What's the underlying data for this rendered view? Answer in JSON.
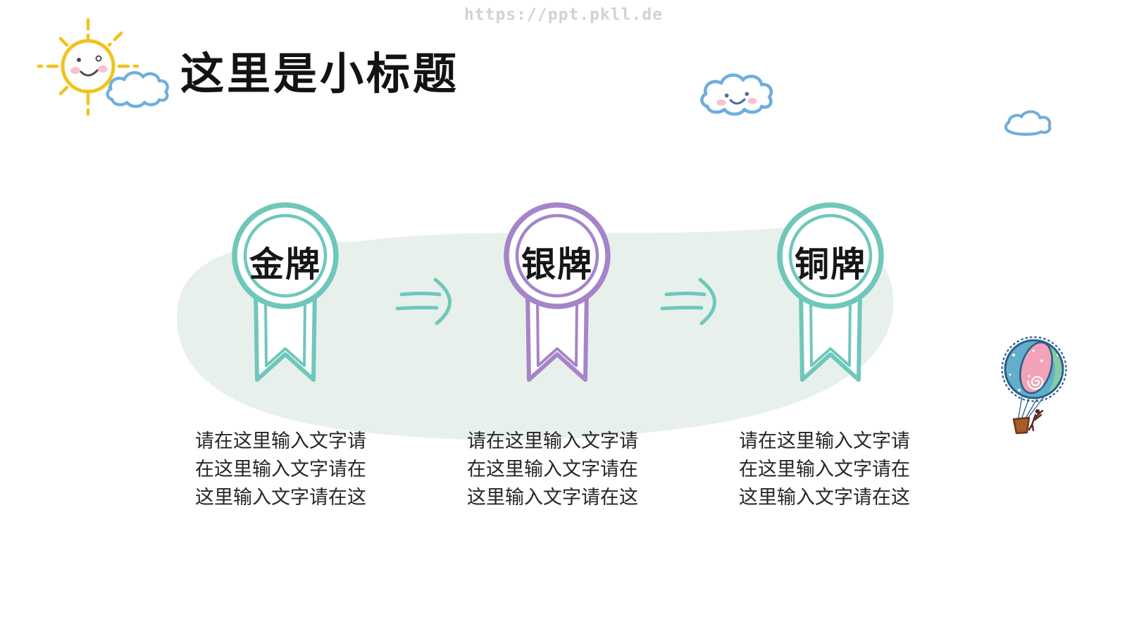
{
  "watermark": {
    "url_text": "https://ppt.pkll.de"
  },
  "header": {
    "title": "这里是小标题"
  },
  "medals": [
    {
      "label": "金牌",
      "color": "#6FC7BB",
      "description_lines": [
        "请在这里输入文字请",
        "在这里输入文字请在",
        "这里输入文字请在这"
      ]
    },
    {
      "label": "银牌",
      "color": "#A584C8",
      "description_lines": [
        "请在这里输入文字请",
        "在这里输入文字请在",
        "这里输入文字请在这"
      ]
    },
    {
      "label": "铜牌",
      "color": "#6FC7BB",
      "description_lines": [
        "请在这里输入文字请",
        "在这里输入文字请在",
        "这里输入文字请在这"
      ]
    }
  ],
  "decorations": {
    "icons": [
      "sun-with-face-icon",
      "cloud-icon",
      "cloud-with-face-icon",
      "small-cloud-icon",
      "double-arrow-right-icon",
      "rosette-ribbon-icon",
      "hot-air-balloon-icon"
    ]
  },
  "colors": {
    "teal": "#6FC7BB",
    "purple": "#A584C8",
    "blob": "#E8F0EC",
    "ink": "#131313",
    "bodytext": "#262626",
    "watermark": "#D2D2D2",
    "sun": "#F2C21C",
    "cloud": "#6FAEDC",
    "navy": "#2B5F8A",
    "bblue": "#62AECB",
    "bpink": "#F2A3B7",
    "bgreen": "#85CBA4",
    "basket": "#A65B2A",
    "cheek": "#F6C3CE",
    "face": "#4A6F9E"
  }
}
